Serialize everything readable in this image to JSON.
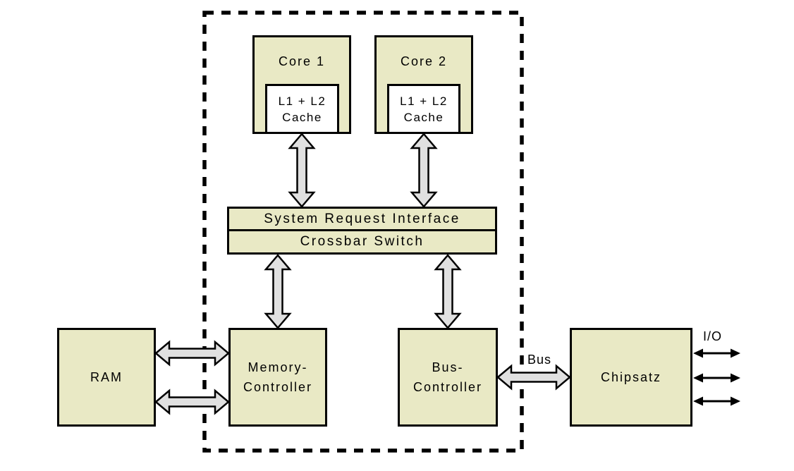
{
  "colors": {
    "box_fill": "#e9e9c5",
    "arrow_fill": "#e0e0e0",
    "line": "#000000",
    "bg": "#ffffff"
  },
  "cpu": {
    "core1": {
      "label": "Core 1",
      "cache": {
        "line1": "L1 + L2",
        "line2": "Cache"
      }
    },
    "core2": {
      "label": "Core 2",
      "cache": {
        "line1": "L1 + L2",
        "line2": "Cache"
      }
    },
    "system_request_interface": {
      "label": "System Request Interface"
    },
    "crossbar_switch": {
      "label": "Crossbar Switch"
    },
    "memory_controller": {
      "line1": "Memory-",
      "line2": "Controller"
    },
    "bus_controller": {
      "line1": "Bus-",
      "line2": "Controller"
    }
  },
  "external": {
    "ram": {
      "label": "RAM"
    },
    "chipset": {
      "label": "Chipsatz"
    },
    "bus_label": "Bus",
    "io_label": "I/O"
  }
}
